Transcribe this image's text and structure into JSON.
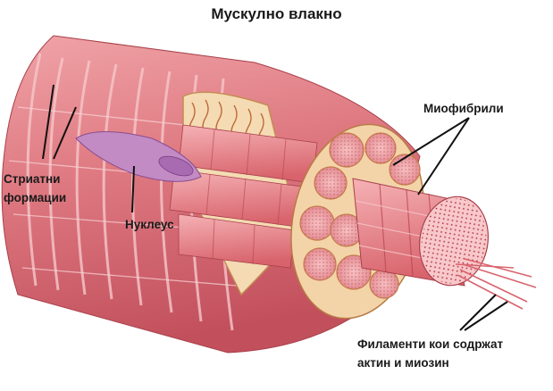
{
  "title": "Мускулно влакно",
  "labels": {
    "striations_line1": "Стриатни",
    "striations_line2": "формации",
    "nucleus": "Нуклеус",
    "myofibrils": "Миофибрили",
    "filaments_line1": "Филаменти кои содржат",
    "filaments_line2": "актин и миозин"
  },
  "colors": {
    "muscle": "#e07c82",
    "muscle_dark": "#b8404a",
    "muscle_light": "#f4c2c4",
    "membrane": "#f2d4a6",
    "nucleus": "#b87ab8",
    "leader_line": "#111111"
  }
}
